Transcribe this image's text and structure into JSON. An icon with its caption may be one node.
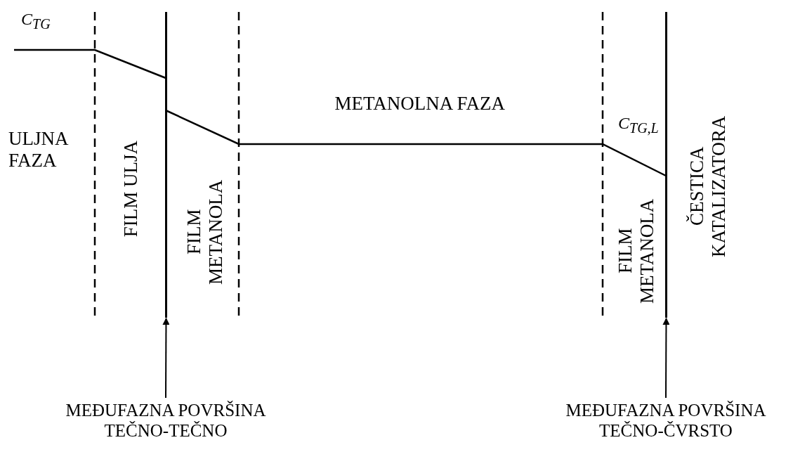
{
  "diagram": {
    "nodes": [
      {
        "text": [],
        "shape": "line"
      },
      {
        "text": [],
        "shape": "line"
      },
      {
        "text": [
          "MEĐUFAZNA POVRŠINA TEČNO-TEČNO"
        ]
      },
      {
        "text": [
          "MEĐUFAZNA POVRŠINA TEČNO-ČVRSTO"
        ]
      }
    ],
    "edges": [
      {
        "from": 2,
        "to": 0,
        "arrow": "to"
      },
      {
        "from": 3,
        "to": 1,
        "arrow": "to"
      }
    ],
    "labels": [
      "C$_{TG}$",
      "ULJNA FAZA",
      "FILM ULJA",
      "METANOLNA FAZA",
      "C$_{TG,L}$",
      "FILM METANOLA",
      "FILM METANOLA",
      "ČESTICA KATALIZATORA"
    ]
  }
}
